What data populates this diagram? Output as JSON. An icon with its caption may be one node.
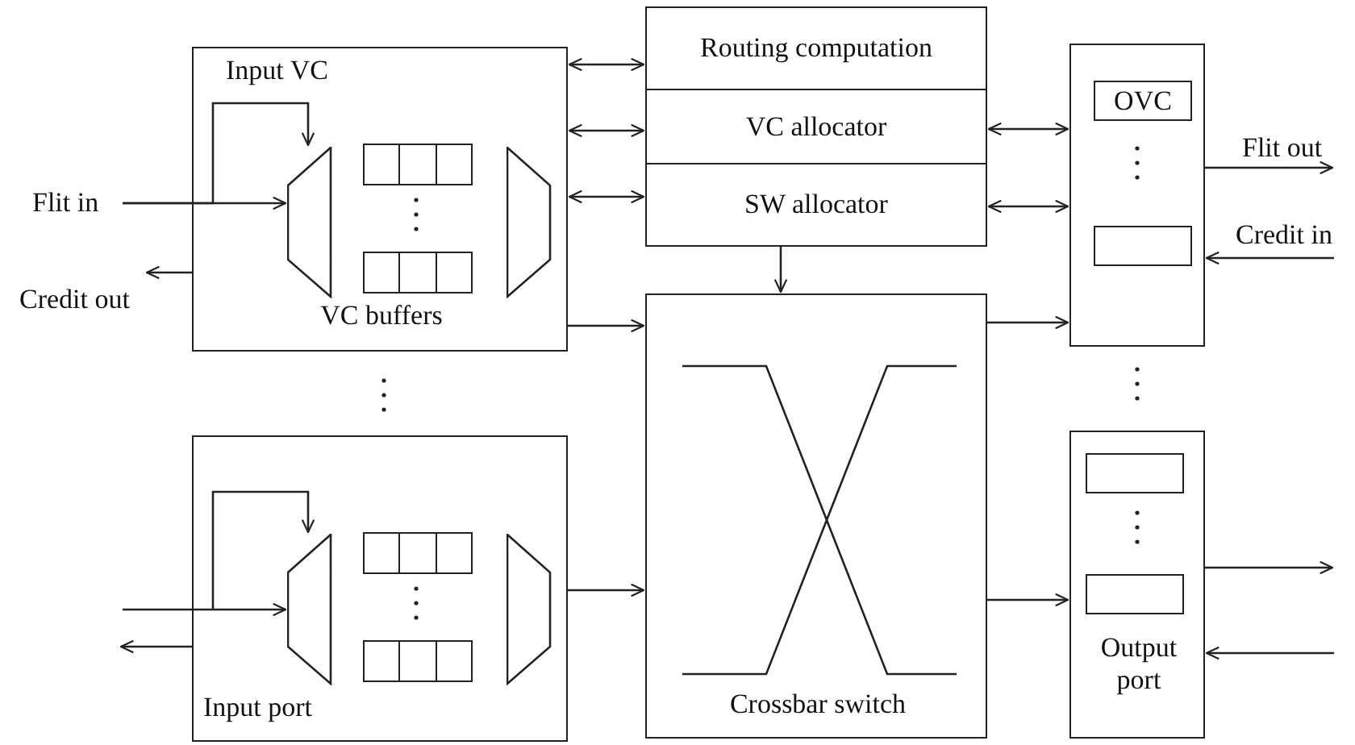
{
  "diagram": {
    "nodes": [
      {
        "text": [
          "VC buffers"
        ]
      },
      {
        "text": [],
        "shape": "trapezoid",
        "in": 0
      },
      {
        "text": [],
        "shape": "box",
        "in": 0
      },
      {
        "text": [],
        "shape": "box",
        "in": 0
      },
      {
        "text": [],
        "shape": "trapezoid",
        "in": 0
      },
      {
        "text": [
          "Flit in"
        ]
      },
      {
        "text": [
          "Input port"
        ]
      },
      {
        "text": [],
        "shape": "trapezoid",
        "in": 6
      },
      {
        "text": [],
        "shape": "box",
        "in": 6
      },
      {
        "text": [],
        "shape": "box",
        "in": 6
      },
      {
        "text": [],
        "shape": "trapezoid",
        "in": 6
      },
      {
        "text": [
          "Routing computation"
        ]
      },
      {
        "text": [
          "VC allocator"
        ]
      },
      {
        "text": [
          "SW allocator"
        ]
      },
      {
        "text": [
          "Crossbar switch"
        ]
      },
      {
        "text": [],
        "shape": "box"
      },
      {
        "text": [
          "OVC"
        ],
        "in": 15
      },
      {
        "text": [],
        "shape": "box",
        "in": 15
      },
      {
        "text": [
          "Output port"
        ]
      },
      {
        "text": [],
        "shape": "box",
        "in": 18
      },
      {
        "text": [],
        "shape": "box",
        "in": 18
      }
    ],
    "edges": [
      {
        "from": 5,
        "to": 1,
        "arrow": "to"
      },
      {
        "from": 5,
        "to": 1,
        "arrow": "to",
        "label": "Input VC"
      },
      {
        "from": 0,
        "to": null,
        "arrow": "to",
        "label": "Credit out"
      },
      {
        "from": 0,
        "to": 11,
        "arrow": "both"
      },
      {
        "from": 0,
        "to": 12,
        "arrow": "both"
      },
      {
        "from": 0,
        "to": 13,
        "arrow": "both"
      },
      {
        "from": 0,
        "to": 14,
        "arrow": "to"
      },
      {
        "from": 13,
        "to": 14,
        "arrow": "to"
      },
      {
        "from": 12,
        "to": 15,
        "arrow": "both"
      },
      {
        "from": 13,
        "to": 15,
        "arrow": "both"
      },
      {
        "from": 15,
        "to": null,
        "arrow": "to",
        "label": "Flit out"
      },
      {
        "from": null,
        "to": 15,
        "arrow": "to",
        "label": "Credit in"
      },
      {
        "from": 14,
        "to": 15,
        "arrow": "to"
      },
      {
        "from": null,
        "to": 7,
        "arrow": "to"
      },
      {
        "from": null,
        "to": 7,
        "arrow": "to"
      },
      {
        "from": 6,
        "to": null,
        "arrow": "to"
      },
      {
        "from": 6,
        "to": 14,
        "arrow": "to"
      },
      {
        "from": 14,
        "to": 18,
        "arrow": "to"
      },
      {
        "from": 18,
        "to": null,
        "arrow": "to"
      },
      {
        "from": null,
        "to": 18,
        "arrow": "to"
      }
    ]
  }
}
